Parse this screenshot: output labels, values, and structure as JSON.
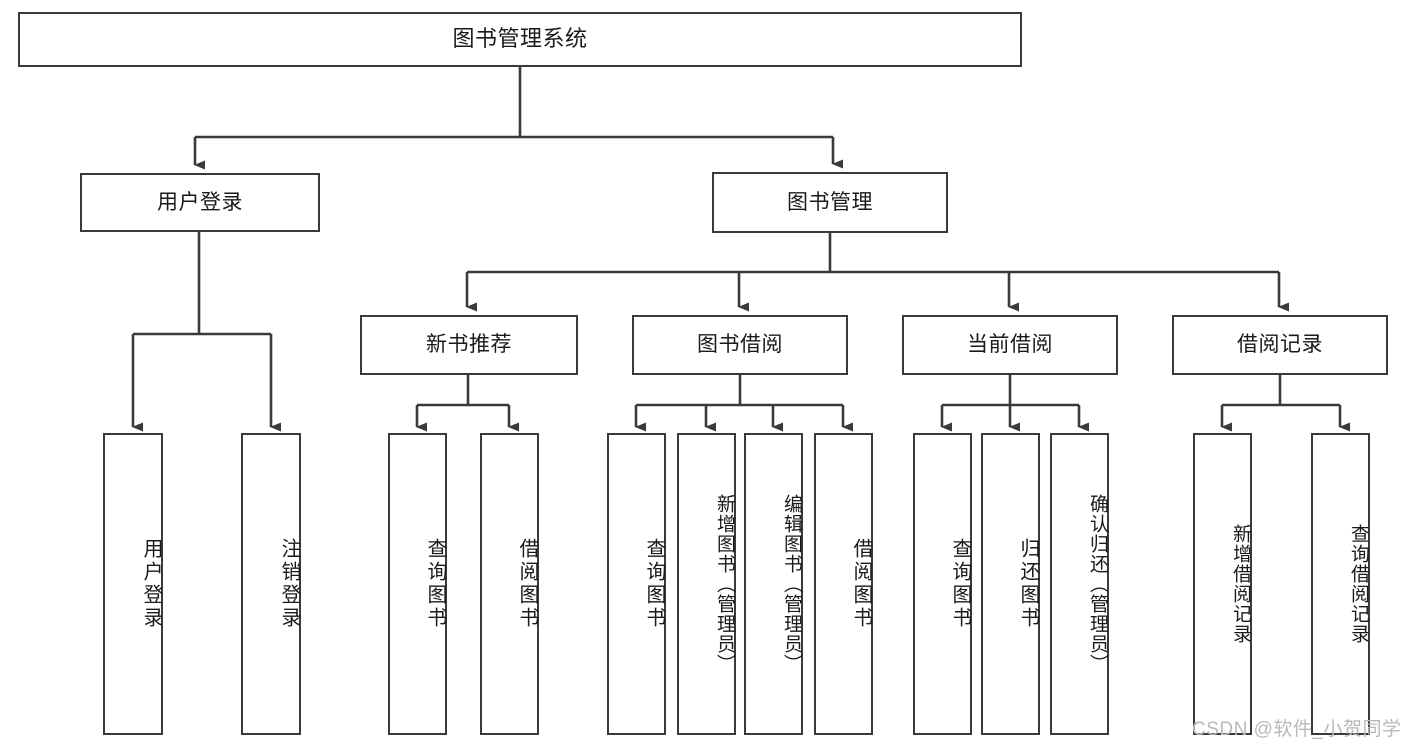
{
  "diagram": {
    "type": "hierarchy-tree",
    "title": "图书管理系统",
    "watermark": "CSDN @软件_小贺同学",
    "colors": {
      "box_border": "#3a3a3a",
      "box_fill": "#ffffff",
      "connector": "#3a3a3a",
      "text": "#1a1a1a",
      "watermark": "#b9b9b9"
    },
    "levels": {
      "level1": [
        {
          "id": "root",
          "label": "图书管理系统"
        }
      ],
      "level2": [
        {
          "id": "user-login",
          "label": "用户登录"
        },
        {
          "id": "book-manage",
          "label": "图书管理"
        }
      ],
      "level3": [
        {
          "id": "new-book-rec",
          "label": "新书推荐",
          "parent": "book-manage"
        },
        {
          "id": "book-borrow",
          "label": "图书借阅",
          "parent": "book-manage"
        },
        {
          "id": "current-borrow",
          "label": "当前借阅",
          "parent": "book-manage"
        },
        {
          "id": "borrow-record",
          "label": "借阅记录",
          "parent": "book-manage"
        }
      ],
      "leaves": [
        {
          "id": "leaf-user-login",
          "label": "用户登录",
          "parent": "user-login"
        },
        {
          "id": "leaf-logout",
          "label": "注销登录",
          "parent": "user-login"
        },
        {
          "id": "leaf-query-book-1",
          "label": "查询图书",
          "parent": "new-book-rec"
        },
        {
          "id": "leaf-borrow-book-1",
          "label": "借阅图书",
          "parent": "new-book-rec"
        },
        {
          "id": "leaf-query-book-2",
          "label": "查询图书",
          "parent": "book-borrow"
        },
        {
          "id": "leaf-add-book",
          "label": "新增图书（管理员）",
          "parent": "book-borrow"
        },
        {
          "id": "leaf-edit-book",
          "label": "编辑图书（管理员）",
          "parent": "book-borrow"
        },
        {
          "id": "leaf-borrow-book-2",
          "label": "借阅图书",
          "parent": "book-borrow"
        },
        {
          "id": "leaf-query-book-3",
          "label": "查询图书",
          "parent": "current-borrow"
        },
        {
          "id": "leaf-return-book",
          "label": "归还图书",
          "parent": "current-borrow"
        },
        {
          "id": "leaf-confirm-return",
          "label": "确认归还（管理员）",
          "parent": "current-borrow"
        },
        {
          "id": "leaf-add-record",
          "label": "新增借阅记录",
          "parent": "borrow-record"
        },
        {
          "id": "leaf-query-record",
          "label": "查询借阅记录",
          "parent": "borrow-record"
        }
      ]
    }
  }
}
